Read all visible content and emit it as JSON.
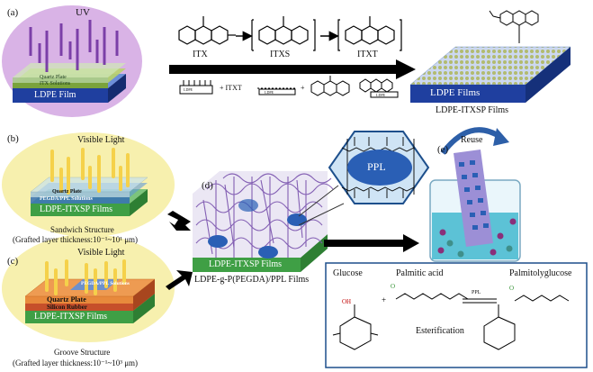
{
  "panels": {
    "a": {
      "label": "(a)",
      "uv": "UV",
      "quartz": "Quartz Plate",
      "itx_solution": "ITX Solutions",
      "ldpe_film": "LDPE Film",
      "species": [
        "ITX",
        "ITXS",
        "ITXT"
      ],
      "reaction": {
        "ldpe1": "LDPE",
        "plus1": "+ ITXT",
        "ldpe2": "LDPE",
        "plus2": "+",
        "ldpe3": "LDPE"
      },
      "result_film": "LDPE Films",
      "result_caption": "LDPE-ITXSP Films"
    },
    "b": {
      "label": "(b)",
      "light": "Visible Light",
      "quartz": "Quartz Plate",
      "solution": "PEGDA/PPL Solutions",
      "film": "LDPE-ITXSP Films",
      "structure": "Sandwich Structure",
      "thickness": "(Grafted layer thickness:10⁻¹~10¹ μm)"
    },
    "c": {
      "label": "(c)",
      "light": "Visible Light",
      "solution": "PEGDA/PPL Solutions",
      "quartz": "Quartz Plate",
      "rubber": "Silicon Rubber",
      "film": "LDPE-ITXSP Films",
      "structure": "Groove Structure",
      "thickness": "(Grafted layer thickness:10⁻¹~10³ μm)"
    },
    "d": {
      "label": "(d)",
      "film": "LDPE-ITXSP Films",
      "caption": "LDPE-g-P(PEGDA)/PPL Films",
      "enzyme": "PPL"
    },
    "e": {
      "label": "(e)",
      "reuse": "Reuse"
    },
    "esterification": {
      "glucose": "Glucose",
      "palmitic": "Palmitic acid",
      "ppl": "PPL",
      "product": "Palmitolyglucose",
      "reaction": "Esterification"
    }
  },
  "colors": {
    "purple_bg": "#d9b3e6",
    "yellow_bg": "#f7f0ae",
    "ldpe_blue": "#1f3f9f",
    "green_film": "#4caf4f",
    "uv_purple": "#7b3fa8",
    "light_yellow": "#f5d14a",
    "orange_quartz": "#e88a3c",
    "enzyme_blue": "#2a5fb5",
    "inset_bg": "#cfe4f5",
    "water": "#5cc2d6"
  }
}
